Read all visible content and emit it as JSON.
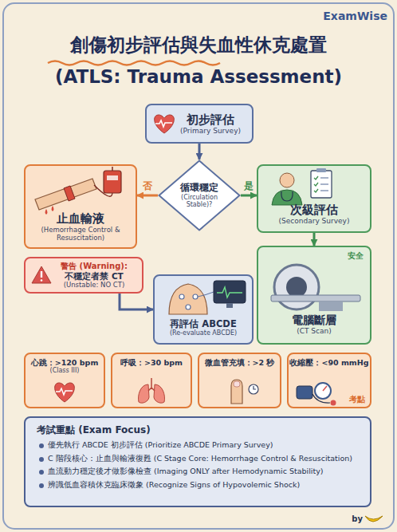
{
  "diagram": {
    "title": "創傷初步評估與失血性休克處置 (ATLS: Trauma Assessment)",
    "nodes": [
      {
        "text": [
          "初步評估",
          "(Primary Survey)"
        ]
      },
      {
        "text": [
          "止血輸液",
          "(Hemorrhage Control & Resuscitation)"
        ]
      },
      {
        "text": [
          "循環穩定",
          "(Circulation Stable)?"
        ]
      },
      {
        "text": [
          "次級評估",
          "(Secondary Survey)"
        ]
      },
      {
        "text": [
          "警告 (Warning):",
          "不穩定者禁 CT",
          "(Unstable: NO CT)"
        ]
      },
      {
        "text": [
          "再評估 ABCDE",
          "(Re-evaluate ABCDE)"
        ]
      },
      {
        "text": [
          "安全",
          "電腦斷層",
          "(CT Scan)"
        ]
      },
      {
        "text": [
          "心跳：>120 bpm",
          "(Class III)"
        ]
      },
      {
        "text": [
          "呼吸：>30 bpm"
        ]
      },
      {
        "text": [
          "微血管充填：>2 秒"
        ]
      },
      {
        "text": [
          "收縮壓：<90 mmHg",
          "考點"
        ]
      },
      {
        "text": [
          "考試重點 (Exam Focus)",
          "優先執行 ABCDE 初步評估 (Prioritize ABCDE Primary Survey)",
          "C 階段核心：止血與輸液復甦 (C Stage Core: Hemorrhage Control & Resuscitation)",
          "血流動力穩定後才做影像檢查 (Imaging ONLY after Hemodynamic Stability)",
          "辨識低血容積休克臨床徵象 (Recognize Signs of Hypovolemic Shock)"
        ]
      }
    ],
    "edges": [
      {
        "from": 0,
        "to": 2,
        "arrow": "to"
      },
      {
        "from": 2,
        "to": 1,
        "label": "否",
        "arrow": "to"
      },
      {
        "from": 2,
        "to": 3,
        "label": "是",
        "arrow": "to"
      },
      {
        "from": 3,
        "to": 6,
        "arrow": "to"
      },
      {
        "from": 4,
        "to": 5,
        "arrow": "to"
      }
    ],
    "labels": [
      "ExamWise",
      "by"
    ]
  }
}
